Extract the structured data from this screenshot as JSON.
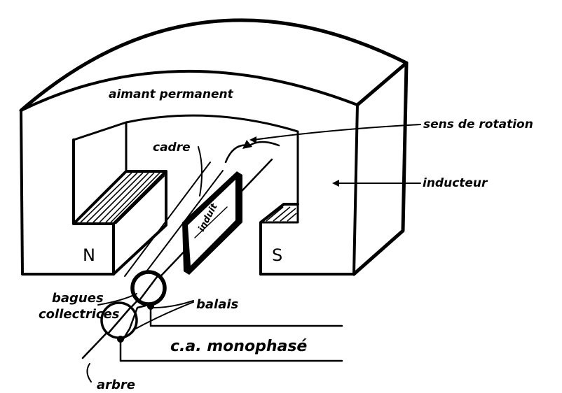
{
  "labels": {
    "magnet": "aimant permanent",
    "rotation": "sens de rotation",
    "inductor": "inducteur",
    "frame": "cadre",
    "armature": "induit",
    "north": "N",
    "south": "S",
    "rings_line1": "bagues",
    "rings_line2": "collectrices",
    "brushes": "balais",
    "supply": "c.a. monophasé",
    "shaft": "arbre"
  }
}
